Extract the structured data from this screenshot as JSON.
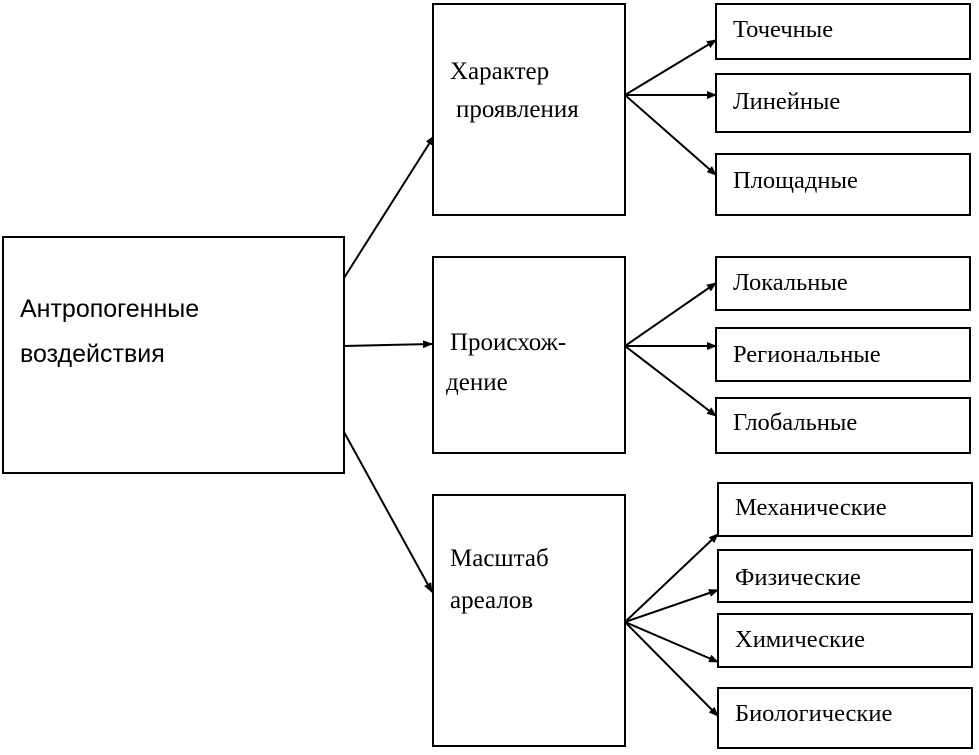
{
  "root": {
    "line1": "Антропогенные",
    "line2": "воздействия"
  },
  "categories": [
    {
      "line1": "Характер",
      "line2": "проявления",
      "items": [
        "Точечные",
        "Линейные",
        "Площадные"
      ]
    },
    {
      "line1": "Происхож-",
      "line2": "дение",
      "items": [
        "Локальные",
        "Региональные",
        "Глобальные"
      ]
    },
    {
      "line1": "Масштаб",
      "line2": "ареалов",
      "items": [
        "Механические",
        "Физические",
        "Химические",
        "Биологические"
      ]
    }
  ]
}
